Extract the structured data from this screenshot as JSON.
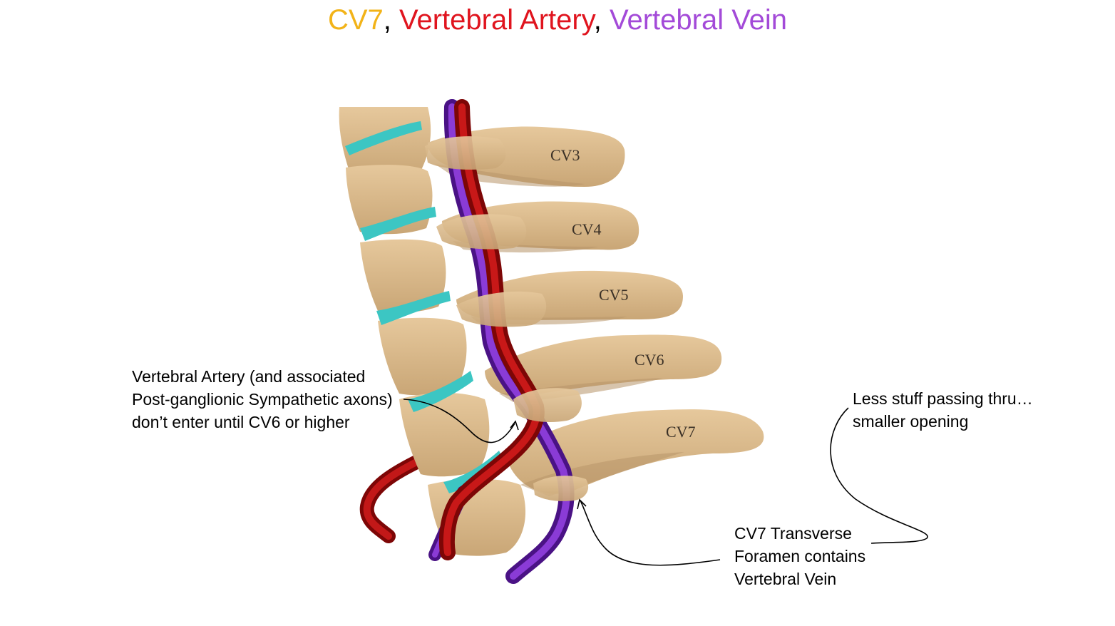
{
  "title": {
    "part1": "CV7",
    "sep1": ",",
    "part2": "Vertebral Artery",
    "sep2": ",",
    "part3": "Vertebral Vein"
  },
  "vertebra_labels": [
    "CV3",
    "CV4",
    "CV5",
    "CV6",
    "CV7"
  ],
  "annotations": {
    "artery_note": [
      "Vertebral Artery (and associated",
      "Post-ganglionic Sympathetic axons)",
      "don’t enter until CV6 or higher"
    ],
    "less_stuff_note": [
      "Less stuff passing thru…",
      "smaller opening"
    ],
    "foramen_note": [
      "CV7 Transverse",
      "Foramen contains",
      "Vertebral Vein"
    ]
  },
  "colors": {
    "bone": "#d9b98c",
    "bone_shadow": "#b8956a",
    "disc": "#3cc6c3",
    "artery": "#b01010",
    "vein": "#6a1fb0",
    "title_cv7": "#f2b318",
    "title_artery": "#e0141e",
    "title_vein": "#a34ad8"
  }
}
